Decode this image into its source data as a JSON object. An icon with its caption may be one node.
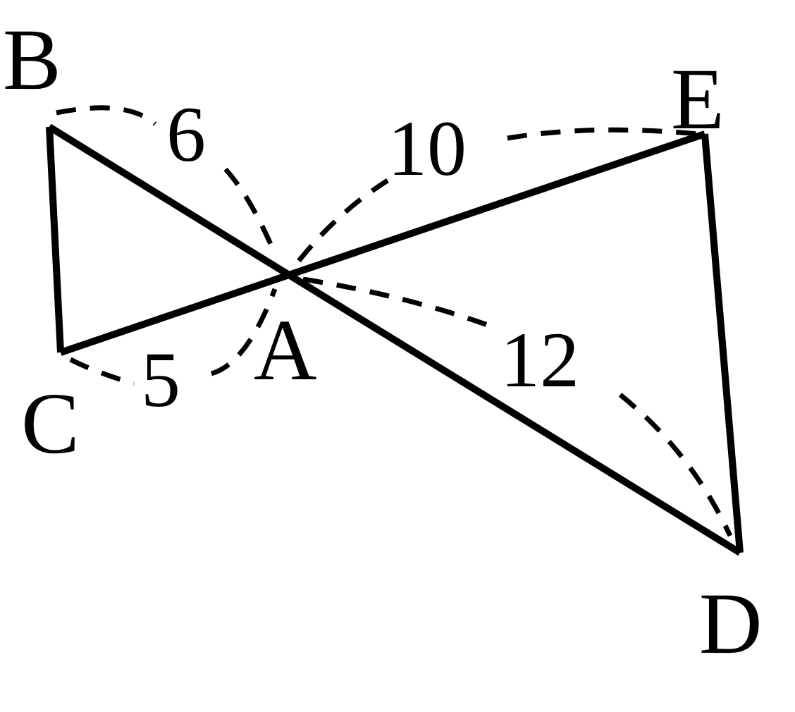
{
  "diagram": {
    "nodes": [
      {
        "text": [
          "B"
        ]
      },
      {
        "text": [
          "E"
        ]
      },
      {
        "text": [
          "A"
        ]
      },
      {
        "text": [
          "C"
        ]
      },
      {
        "text": [
          "D"
        ]
      }
    ],
    "edges": [
      {
        "from": 0,
        "to": 2,
        "arrow": "none"
      },
      {
        "from": 2,
        "to": 4,
        "arrow": "none"
      },
      {
        "from": 3,
        "to": 2,
        "arrow": "none"
      },
      {
        "from": 2,
        "to": 1,
        "arrow": "none"
      },
      {
        "from": 0,
        "to": 3,
        "arrow": "none"
      },
      {
        "from": 1,
        "to": 4,
        "arrow": "none"
      }
    ],
    "labels": [
      "6",
      "10",
      "5",
      "12"
    ]
  }
}
